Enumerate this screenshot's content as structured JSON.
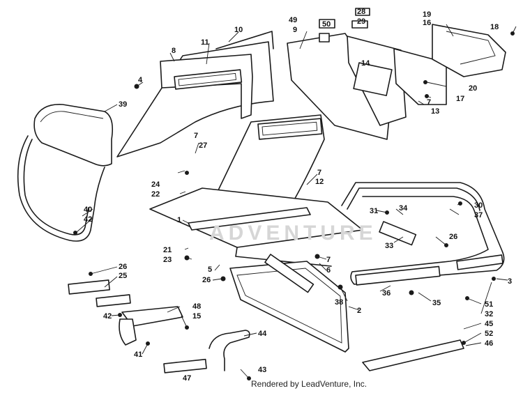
{
  "credit_text": "Rendered by LeadVenture, Inc.",
  "watermark_text": "ADVENTURE",
  "callouts": [
    "1",
    "2",
    "3",
    "4",
    "5",
    "6",
    "7",
    "8",
    "9",
    "10",
    "11",
    "12",
    "13",
    "14",
    "15",
    "16",
    "17",
    "18",
    "19",
    "20",
    "21",
    "22",
    "23",
    "24",
    "25",
    "26",
    "27",
    "28",
    "29",
    "30",
    "31",
    "32",
    "33",
    "34",
    "35",
    "36",
    "37",
    "38",
    "39",
    "40",
    "41",
    "42",
    "43",
    "44",
    "45",
    "46",
    "47",
    "48",
    "49",
    "50",
    "51",
    "52"
  ]
}
